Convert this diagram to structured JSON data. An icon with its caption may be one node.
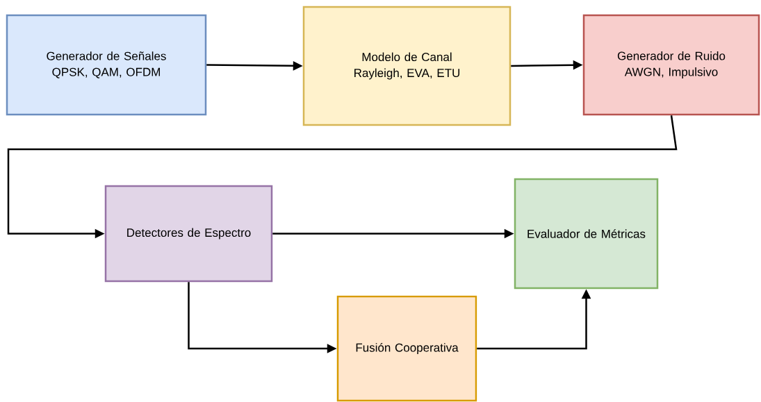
{
  "diagram": {
    "nodes": [
      {
        "text": [
          "Generador de Señales",
          "QPSK, QAM, OFDM"
        ]
      },
      {
        "text": [
          "Modelo de Canal",
          "Rayleigh, EVA, ETU"
        ]
      },
      {
        "text": [
          "Generador de Ruido",
          "AWGN, Impulsivo"
        ]
      },
      {
        "text": [
          "Detectores de Espectro"
        ]
      },
      {
        "text": [
          "Evaluador de Métricas"
        ]
      },
      {
        "text": [
          "Fusión Cooperativa"
        ]
      }
    ],
    "edges": [
      {
        "from": 0,
        "to": 1,
        "arrow": "to"
      },
      {
        "from": 1,
        "to": 2,
        "arrow": "to"
      },
      {
        "from": 2,
        "to": 3,
        "arrow": "to"
      },
      {
        "from": 3,
        "to": 4,
        "arrow": "to"
      },
      {
        "from": 3,
        "to": 5,
        "arrow": "to"
      },
      {
        "from": 5,
        "to": 4,
        "arrow": "to"
      }
    ]
  }
}
